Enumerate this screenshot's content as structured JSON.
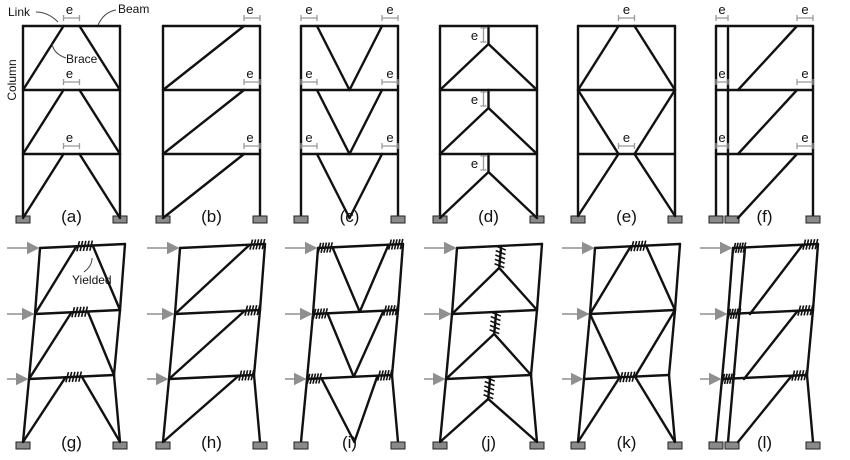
{
  "captions": [
    "(a)",
    "(b)",
    "(c)",
    "(d)",
    "(e)",
    "(f)",
    "(g)",
    "(h)",
    "(i)",
    "(j)",
    "(k)",
    "(l)"
  ],
  "labels": {
    "link": "Link",
    "beam": "Beam",
    "brace": "Brace",
    "column": "Column",
    "yielded": "Yielded",
    "e": "e"
  },
  "colors": {
    "member": "#111111",
    "link_marker": "#9a9a9a",
    "load_arrow": "#8f8f8f",
    "support": "#8a8a8a"
  }
}
